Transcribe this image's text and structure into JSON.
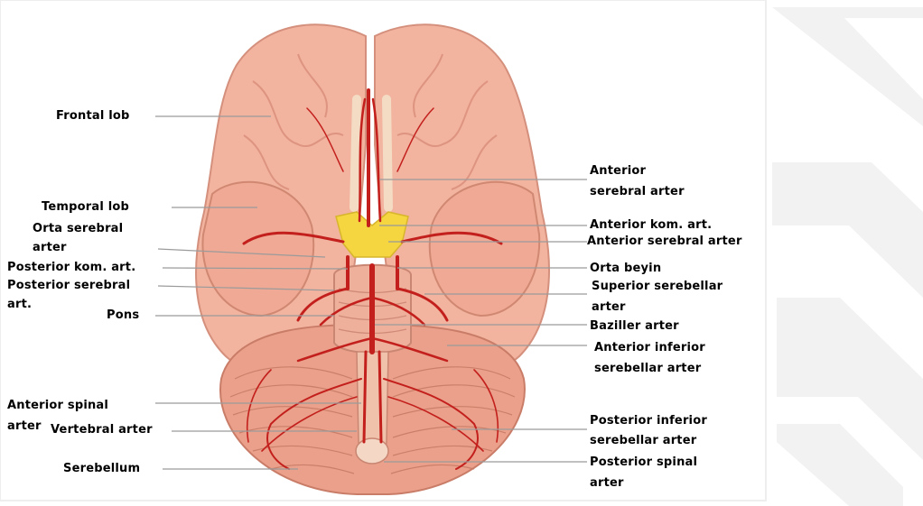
{
  "colors": {
    "brain": "#f3b6a2",
    "brain_dark": "#d98d79",
    "artery": "#c3201d",
    "circle": "#f4d33a",
    "leader": "#9a9a9a",
    "watermark": "#f1f1f1"
  },
  "labels": {
    "frontal_lob": "Frontal lob",
    "temporal_lob": "Temporal lob",
    "orta_serebral_1": "Orta serebral",
    "orta_serebral_2": "arter",
    "posterior_kom": "Posterior kom. art.",
    "posterior_serebral_1": "Posterior serebral",
    "posterior_serebral_2": "art.",
    "pons": "Pons",
    "anterior_spinal_1": "Anterior spinal",
    "anterior_spinal_2": "arter",
    "vertebral": "Vertebral arter",
    "serebellum": "Serebellum",
    "anterior_serebral_1": "Anterior",
    "anterior_serebral_2": "serebral arter",
    "anterior_kom": "Anterior kom. art.",
    "anterior_serebral_arter": "Anterior serebral arter",
    "orta_beyin": "Orta beyin",
    "superior_serebellar_1": "Superior serebellar",
    "superior_serebellar_2": "arter",
    "baziller": "Baziller arter",
    "aica_1": "Anterior inferior",
    "aica_2": "serebellar arter",
    "pica_1": "Posterior inferior",
    "pica_2": "serebellar arter",
    "posterior_spinal_1": "Posterior spinal",
    "posterior_spinal_2": "arter"
  }
}
